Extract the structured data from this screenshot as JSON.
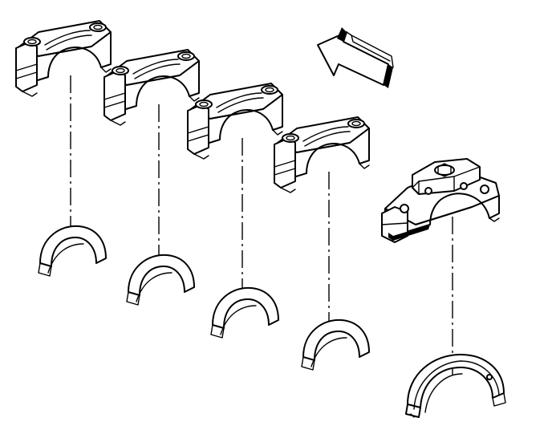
{
  "diagram": {
    "colors": {
      "line": "#000000",
      "background": "#ffffff",
      "shade": "#d8d8d8"
    },
    "components": [
      {
        "name": "bearing-cap-1",
        "type": "main-bearing-cap"
      },
      {
        "name": "bearing-cap-2",
        "type": "main-bearing-cap"
      },
      {
        "name": "bearing-cap-3",
        "type": "main-bearing-cap"
      },
      {
        "name": "bearing-cap-4",
        "type": "main-bearing-cap"
      },
      {
        "name": "bearing-cap-5",
        "type": "rear-main-bearing-cap"
      }
    ],
    "direction_indicator": "front-arrow-icon"
  }
}
